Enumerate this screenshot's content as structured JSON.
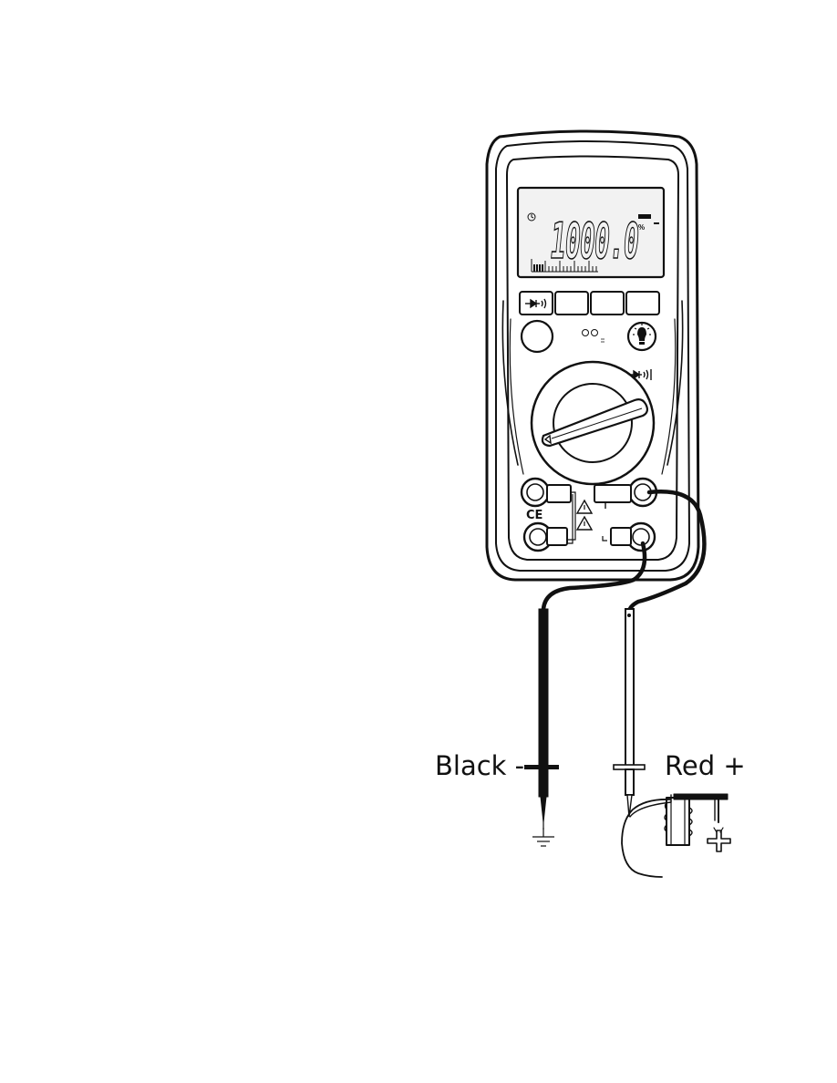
{
  "meter": {
    "display_reading": "1000.0",
    "display_percent_symbol": "%",
    "diode_icon": "diode-continuity-icon",
    "backlight_icon": "backlight-bulb-icon",
    "warning_icon": "warning-triangle-icon",
    "ce_mark": "CE"
  },
  "leads": {
    "black_label": "Black -",
    "red_label": "Red +"
  },
  "colors": {
    "line": "#111111",
    "lcd_background": "#f2f2f2",
    "lead_black": "#111111"
  }
}
